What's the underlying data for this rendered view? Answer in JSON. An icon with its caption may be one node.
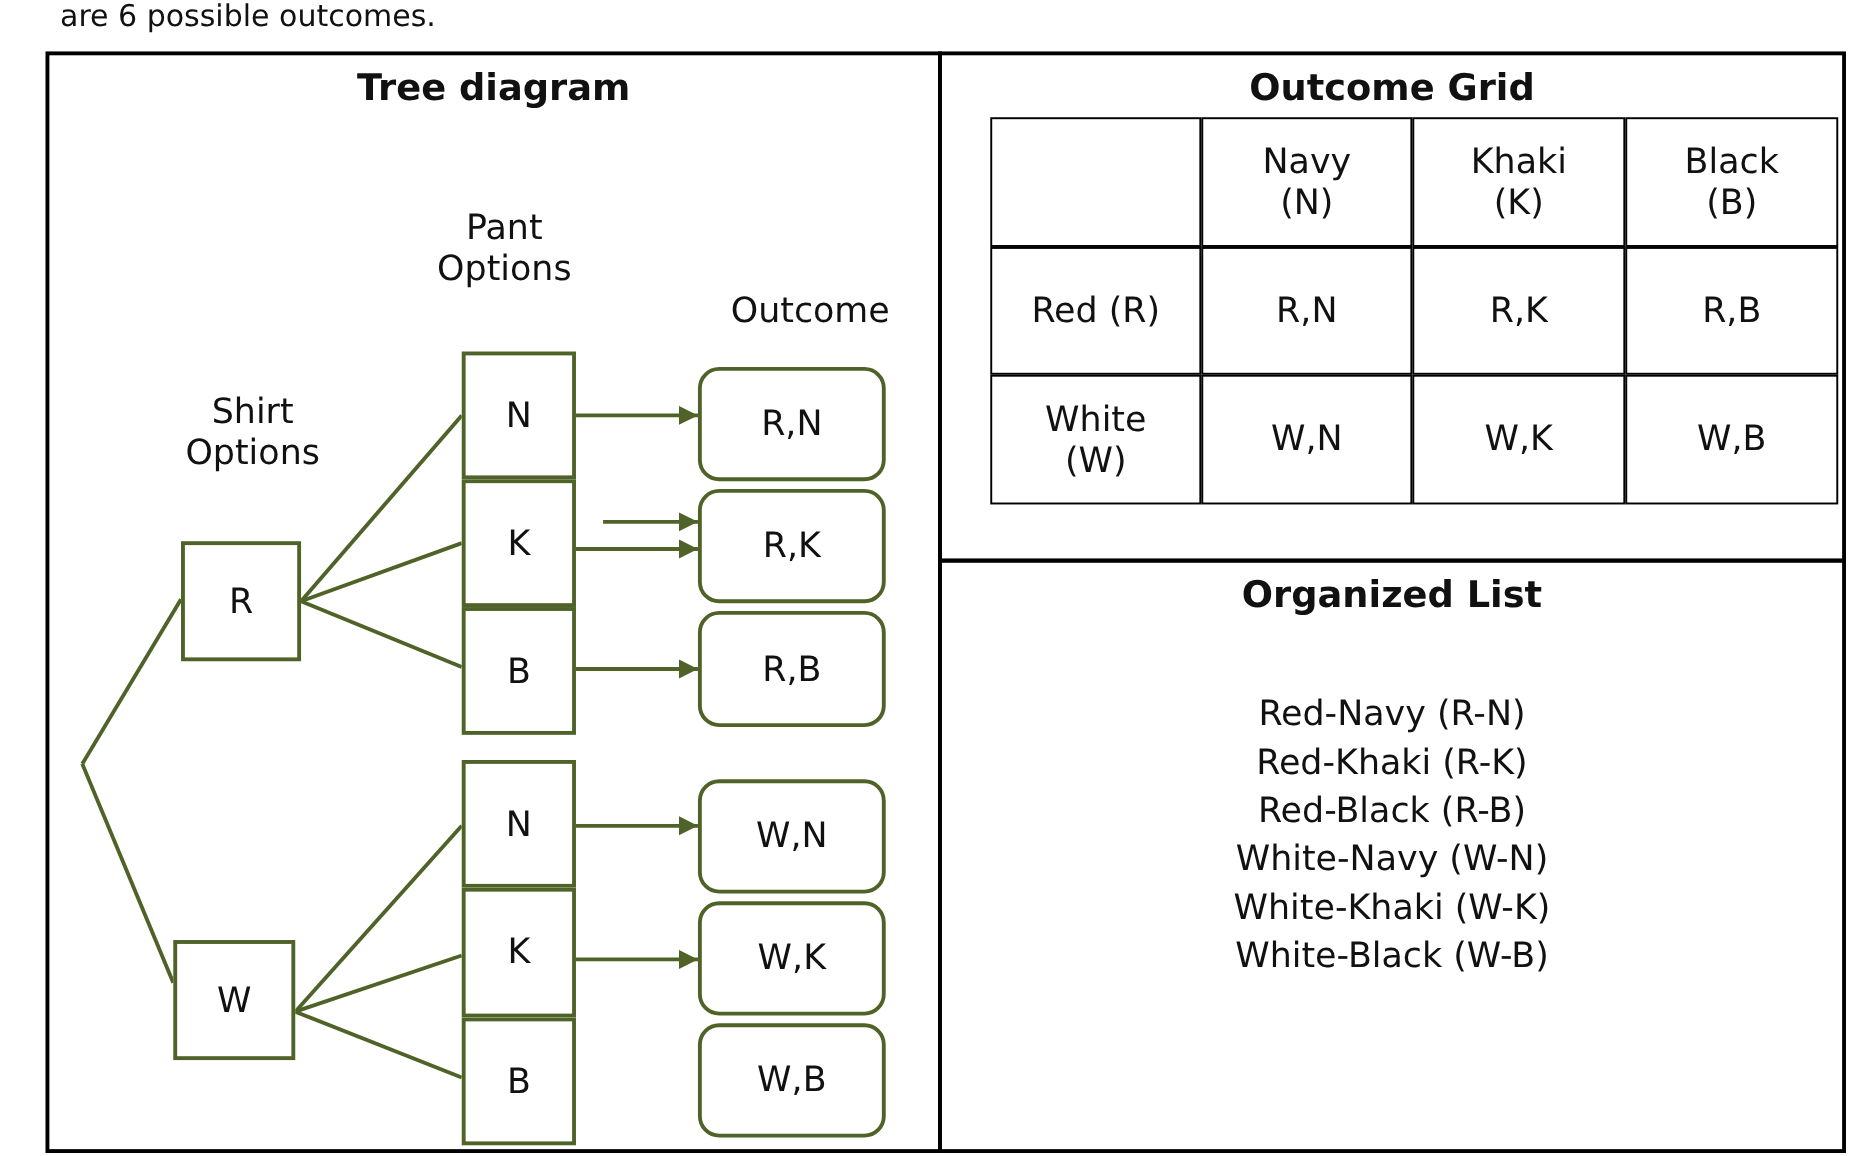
{
  "diagram": {
    "nodes": [
      {
        "text": [
          "Tree diagram"
        ]
      },
      {
        "text": [
          "R"
        ],
        "in": 0
      },
      {
        "text": [
          "N"
        ],
        "in": 0
      },
      {
        "text": [
          "K"
        ],
        "in": 0
      },
      {
        "text": [
          "B"
        ],
        "in": 0
      },
      {
        "text": [
          "W"
        ],
        "in": 0
      },
      {
        "text": [
          "N"
        ],
        "in": 0
      },
      {
        "text": [
          "K"
        ],
        "in": 0
      },
      {
        "text": [
          "B"
        ],
        "in": 0
      },
      {
        "text": [
          "R,N"
        ],
        "in": 0
      },
      {
        "text": [
          "R,K"
        ],
        "in": 0
      },
      {
        "text": [
          "R,B"
        ],
        "in": 0
      },
      {
        "text": [
          "W,N"
        ],
        "in": 0
      },
      {
        "text": [
          "W,K"
        ],
        "in": 0
      },
      {
        "text": [
          "W,B"
        ],
        "in": 0
      },
      {
        "text": [
          "Outcome Grid"
        ]
      },
      {
        "text": [
          "Organized List",
          "Red-Navy (R-N)",
          "Red-Khaki (R-K)",
          "Red-Black (R-B)",
          "White-Navy (W-N)",
          "White-Khaki (W-K)",
          "White-Black (W-B)"
        ]
      }
    ],
    "edges": [
      {
        "from": null,
        "to": 1,
        "arrow": "none"
      },
      {
        "from": null,
        "to": 5,
        "arrow": "none"
      },
      {
        "from": 1,
        "to": 2,
        "arrow": "none"
      },
      {
        "from": 1,
        "to": 3,
        "arrow": "none"
      },
      {
        "from": 1,
        "to": 4,
        "arrow": "none"
      },
      {
        "from": 5,
        "to": 6,
        "arrow": "none"
      },
      {
        "from": 5,
        "to": 7,
        "arrow": "none"
      },
      {
        "from": 5,
        "to": 8,
        "arrow": "none"
      },
      {
        "from": 2,
        "to": 9,
        "arrow": "to"
      },
      {
        "from": null,
        "to": 10,
        "arrow": "to"
      },
      {
        "from": 3,
        "to": 10,
        "arrow": "to"
      },
      {
        "from": 4,
        "to": 11,
        "arrow": "to"
      },
      {
        "from": 6,
        "to": 12,
        "arrow": "to"
      },
      {
        "from": 7,
        "to": 13,
        "arrow": "to"
      }
    ],
    "labels": [
      "are 6 possible outcomes.",
      "Pant Options",
      "Outcome",
      "Shirt Options",
      "Navy (N)",
      "Khaki (K)",
      "Black (B)",
      "Red (R)",
      "R,N",
      "R,K",
      "R,B",
      "White (W)",
      "W,N",
      "W,K",
      "W,B"
    ]
  }
}
